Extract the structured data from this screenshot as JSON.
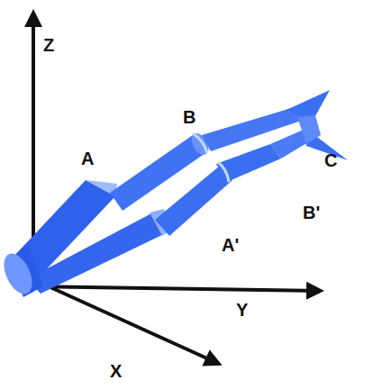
{
  "diagram": {
    "labels": [
      "Z",
      "A",
      "B",
      "C",
      "B'",
      "A'",
      "Y",
      "X"
    ]
  }
}
